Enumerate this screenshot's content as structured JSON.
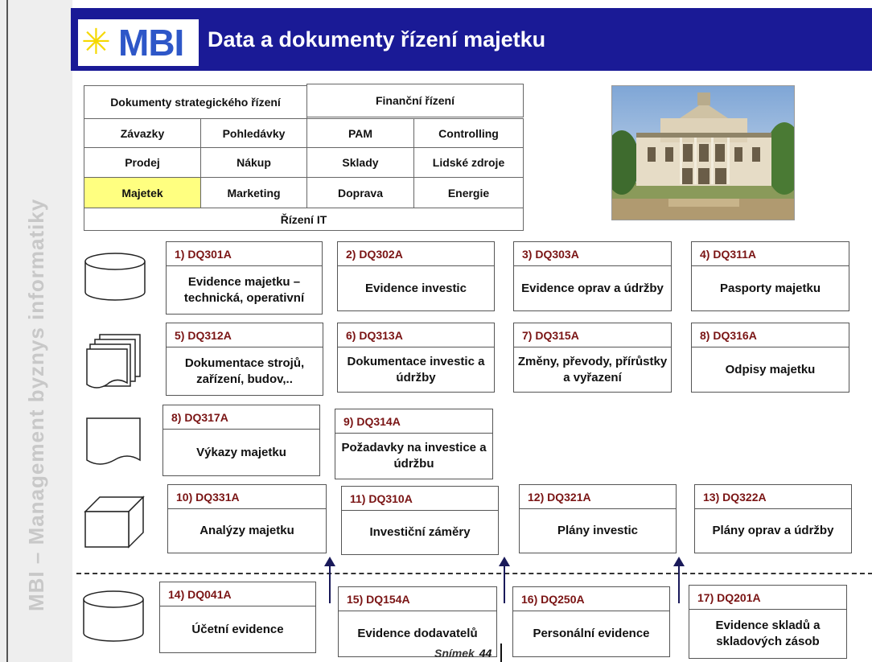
{
  "header": {
    "logo_text": "MBI",
    "title": "Data a dokumenty řízení majetku"
  },
  "vertical_title": "MBI – Management byznys informatiky",
  "categories": {
    "strategic": "Dokumenty strategického řízení",
    "financial": "Finanční řízení",
    "rows": [
      [
        "Závazky",
        "Pohledávky",
        "PAM",
        "Controlling"
      ],
      [
        "Prodej",
        "Nákup",
        "Sklady",
        "Lidské zdroje"
      ],
      [
        "Majetek",
        "Marketing",
        "Doprava",
        "Energie"
      ]
    ],
    "it": "Řízení IT",
    "highlighted": "Majetek",
    "highlight_color": "#ffff80"
  },
  "cards": [
    {
      "code": "1) DQ301A",
      "text": "Evidence majetku – technická, operativní"
    },
    {
      "code": "2) DQ302A",
      "text": "Evidence investic"
    },
    {
      "code": "3) DQ303A",
      "text": "Evidence oprav a údržby"
    },
    {
      "code": "4) DQ311A",
      "text": "Pasporty majetku"
    },
    {
      "code": "5) DQ312A",
      "text": "Dokumentace strojů, zařízení, budov,.."
    },
    {
      "code": "6) DQ313A",
      "text": "Dokumentace investic a údržby"
    },
    {
      "code": "7) DQ315A",
      "text": "Změny, převody, přírůstky a vyřazení"
    },
    {
      "code": "8) DQ316A",
      "text": "Odpisy majetku"
    },
    {
      "code": "8) DQ317A",
      "text": "Výkazy majetku"
    },
    {
      "code": "9) DQ314A",
      "text": "Požadavky na investice a údržbu"
    },
    {
      "code": "10) DQ331A",
      "text": "Analýzy majetku"
    },
    {
      "code": "11) DQ310A",
      "text": "Investiční záměry"
    },
    {
      "code": "12) DQ321A",
      "text": "Plány investic"
    },
    {
      "code": "13) DQ322A",
      "text": "Plány oprav a údržby"
    },
    {
      "code": "14) DQ041A",
      "text": "Účetní evidence"
    },
    {
      "code": "15) DQ154A",
      "text": "Evidence dodavatelů"
    },
    {
      "code": "16) DQ250A",
      "text": "Personální evidence"
    },
    {
      "code": "17) DQ201A",
      "text": "Evidence skladů a skladových zásob"
    }
  ],
  "footer": {
    "label": "Snímek",
    "number": "44"
  },
  "colors": {
    "header_bg": "#1a1a96",
    "code_text": "#7a1414",
    "logo": "#2e57c8",
    "star": "#f5d800"
  },
  "icons": [
    "database-icon",
    "documents-icon",
    "document-icon",
    "cube-icon",
    "database-icon"
  ]
}
